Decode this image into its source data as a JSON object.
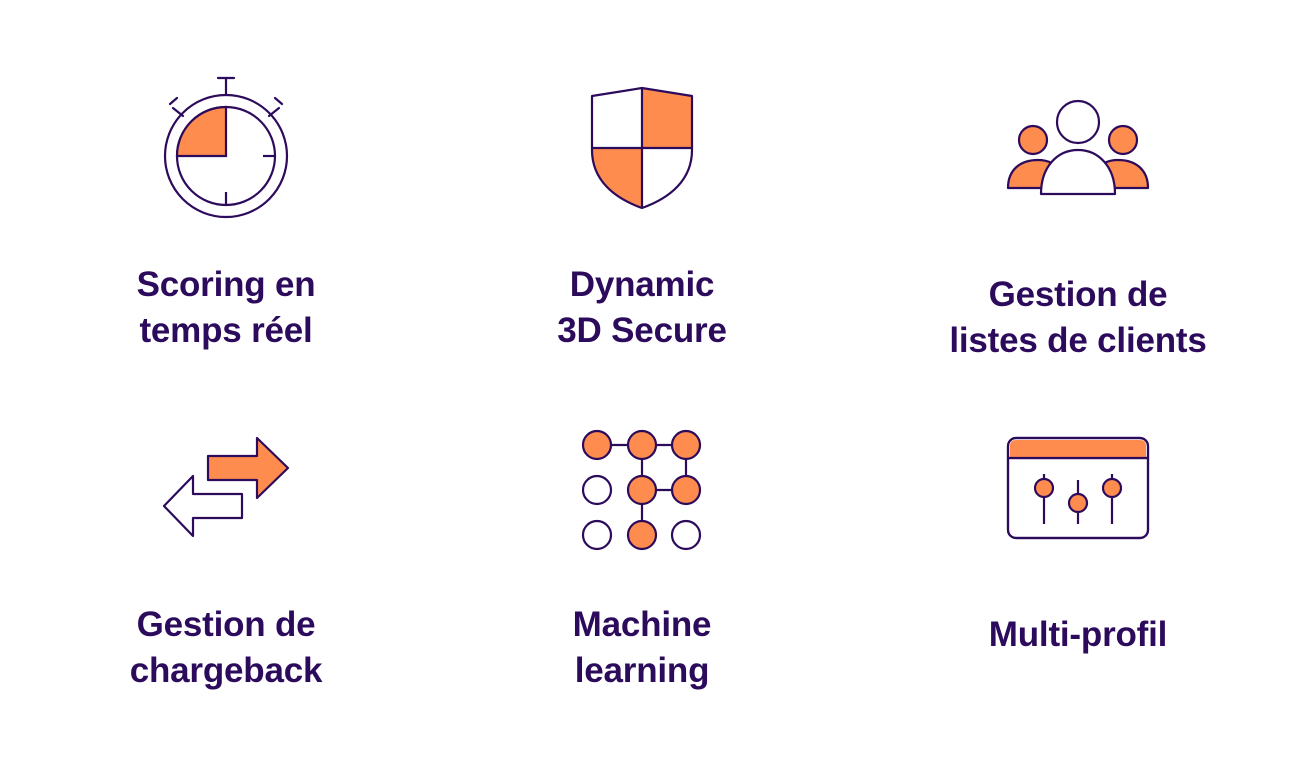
{
  "colors": {
    "ink": "#2d0b5c",
    "accent": "#ff8c4f",
    "background": "#ffffff"
  },
  "features": [
    {
      "icon": "stopwatch-icon",
      "line1": "Scoring en",
      "line2": "temps réel"
    },
    {
      "icon": "shield-icon",
      "line1": "Dynamic",
      "line2": "3D Secure"
    },
    {
      "icon": "users-group-icon",
      "line1": "Gestion de",
      "line2": "listes de clients"
    },
    {
      "icon": "exchange-arrows-icon",
      "line1": "Gestion de",
      "line2": "chargeback"
    },
    {
      "icon": "network-nodes-icon",
      "line1": "Machine",
      "line2": "learning"
    },
    {
      "icon": "sliders-window-icon",
      "line1": "Multi-profil",
      "line2": ""
    }
  ]
}
